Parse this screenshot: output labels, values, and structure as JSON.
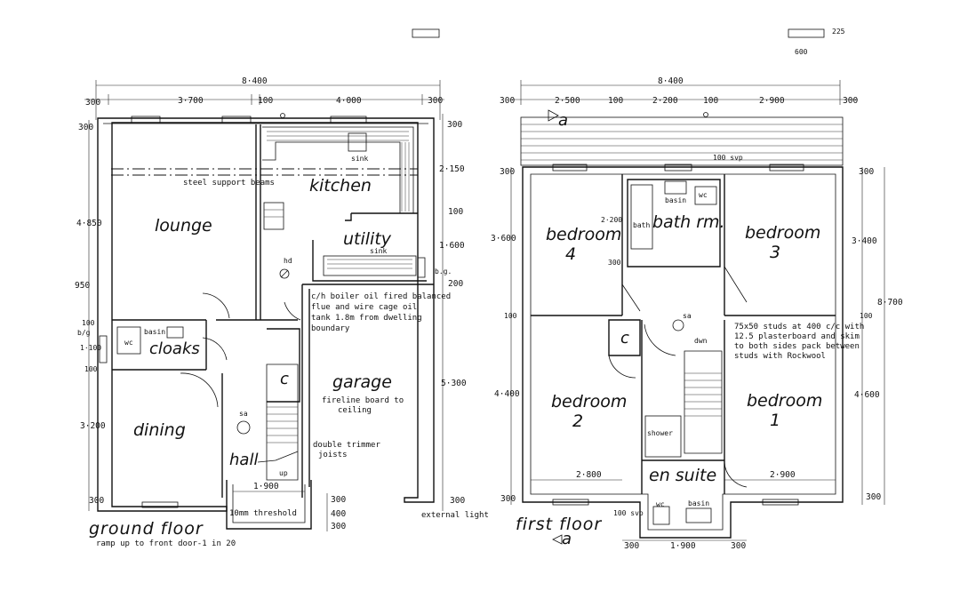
{
  "ground_floor": {
    "title": "ground floor",
    "notes": {
      "ramp": "ramp up to front door-1 in 20",
      "steel": "steel support beams",
      "boiler": [
        "c/h boiler oil fired balanced",
        "flue and wire cage oil",
        "tank 1.8m from dwelling",
        "boundary"
      ],
      "fireline": [
        "fireline board to",
        "ceiling"
      ],
      "trimmer": [
        "double trimmer",
        "joists"
      ],
      "threshold": "10mm threshold",
      "external_light": "external light"
    },
    "rooms": {
      "lounge": "lounge",
      "kitchen": "kitchen",
      "utility": "utility",
      "cloaks": "cloaks",
      "dining": "dining",
      "garage": "garage",
      "hall": "hall",
      "cupboard": "c"
    },
    "fixtures": {
      "sink1": "sink",
      "sink2": "sink",
      "basin": "basin",
      "wc": "wc",
      "hd": "hd",
      "sa": "sa",
      "bg1": "b/g",
      "bg2": "b.g.",
      "up": "up"
    },
    "dims": {
      "total_width": "8·400",
      "d300a": "300",
      "d3700": "3·700",
      "d100a": "100",
      "d4000": "4·000",
      "d300b": "300",
      "d300c": "300",
      "d2150": "2·150",
      "d100b": "100",
      "d1600": "1·600",
      "d200": "200",
      "d5300": "5·300",
      "d300d": "300",
      "d4850": "4·850",
      "d950": "950",
      "d100c": "100",
      "d1100": "1·100",
      "d100d": "100",
      "d3200": "3·200",
      "d300e": "300",
      "d1900": "1·900",
      "d300f": "300",
      "d400": "400",
      "d300g": "300"
    }
  },
  "first_floor": {
    "title": "first floor",
    "section_mark": "a",
    "notes": {
      "svp_top": "100 svp",
      "svp_bottom": "100 svp",
      "studs": [
        "75x50 studs at 400 c/c with",
        "12.5 plasterboard and skim",
        "to both sides pack between",
        "studs with Rockwool"
      ]
    },
    "rooms": {
      "bedroom4_a": "bedroom",
      "bedroom4_b": "4",
      "bath": "bath rm.",
      "bedroom3_a": "bedroom",
      "bedroom3_b": "3",
      "bedroom2_a": "bedroom",
      "bedroom2_b": "2",
      "bedroom1_a": "bedroom",
      "bedroom1_b": "1",
      "en_suite": "en suite",
      "cupboard": "c"
    },
    "fixtures": {
      "basin1": "basin",
      "wc1": "wc",
      "bath": "bath",
      "sa": "sa",
      "dwn": "dwn",
      "shower": "shower",
      "wc2": "wc",
      "basin2": "basin"
    },
    "dims": {
      "total_width": "8·400",
      "d300a": "300",
      "d2500": "2·500",
      "d100a": "100",
      "d2200": "2·200",
      "d100b": "100",
      "d2900": "2·900",
      "d300b": "300",
      "d3600": "3·600",
      "d2200b": "2·200",
      "d300c": "300",
      "d100c": "100",
      "d4400": "4·400",
      "d300d": "300",
      "d300e": "300",
      "d3400": "3·400",
      "d8700": "8·700",
      "d100d": "100",
      "d4600": "4·600",
      "d300f": "300",
      "d2800": "2·800",
      "d2900b": "2·900",
      "d300g": "300",
      "d1900": "1·900",
      "d300h": "300",
      "d225": "225",
      "d600": "600"
    }
  }
}
